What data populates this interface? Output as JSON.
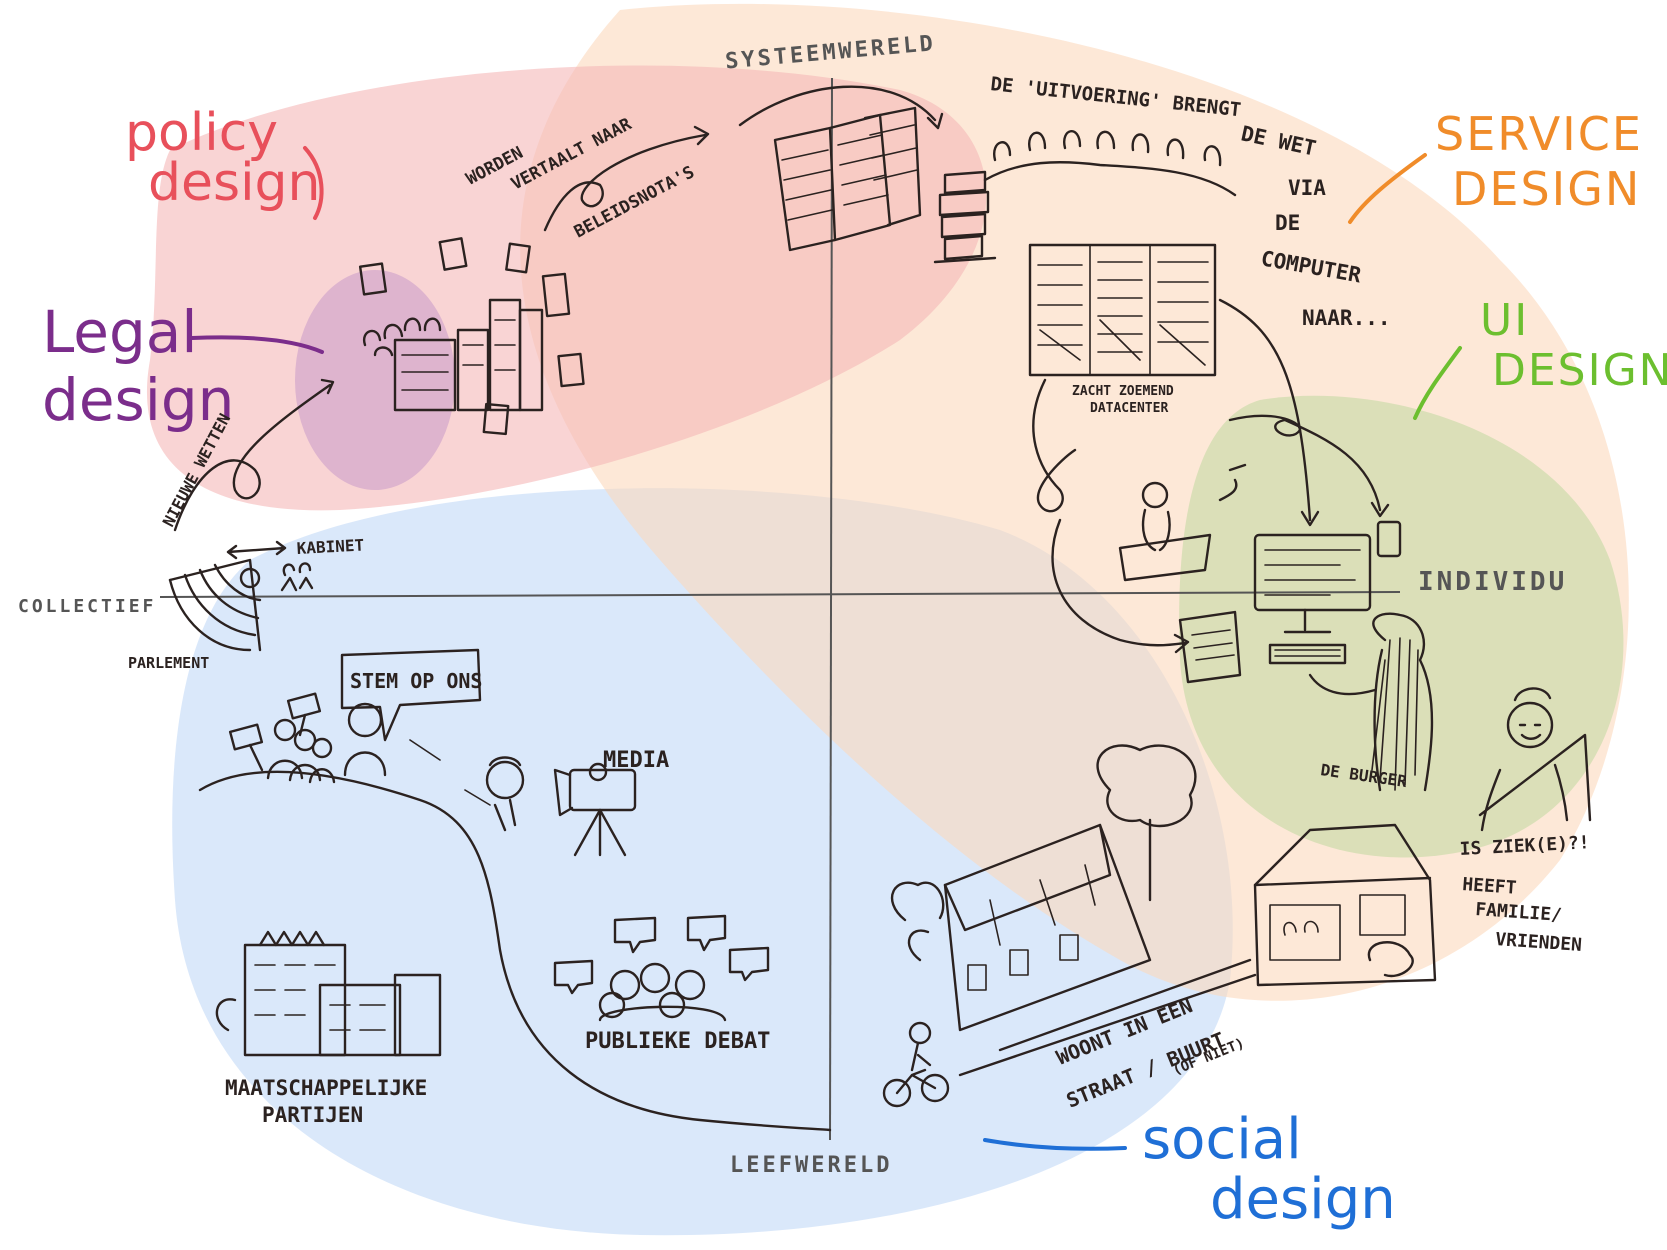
{
  "areas": [
    {
      "key": "policy",
      "line1": "policy",
      "line2": "design",
      "color": "#e8505b"
    },
    {
      "key": "legal",
      "line1": "Legal",
      "line2": "design",
      "color": "#7b2d8b"
    },
    {
      "key": "service",
      "line1": "SERVICE",
      "line2": "DESIGN",
      "color": "#f08c2a"
    },
    {
      "key": "ui",
      "line1": "UI",
      "line2": "DESIGN",
      "color": "#6cbf2f"
    },
    {
      "key": "social",
      "line1": "social",
      "line2": "design",
      "color": "#1f6fd6"
    }
  ],
  "axes": {
    "top": "SYSTEEMWERELD",
    "bottom": "LEEFWERELD",
    "left": "COLLECTIEF",
    "right": "INDIVIDU"
  },
  "labels": {
    "nieuwe_wetten": "NIEUWE WETTEN",
    "worden": "WORDEN",
    "vertaalt_naar": "VERTAALT NAAR",
    "beleidsnotas": "BELEIDSNOTA'S",
    "uitvoering": "DE 'UITVOERING' BRENGT",
    "de_wet": "DE WET",
    "via": "VIA",
    "de": "DE",
    "computer": "COMPUTER",
    "naar": "NAAR...",
    "datacenter_1": "ZACHT ZOEMEND",
    "datacenter_2": "DATACENTER",
    "kabinet": "KABINET",
    "parlement": "PARLEMENT",
    "stem": "STEM OP ONS",
    "media": "MEDIA",
    "debat": "PUBLIEKE DEBAT",
    "partijen_1": "MAATSCHAPPELIJKE",
    "partijen_2": "PARTIJEN",
    "burger": "DE BURGER",
    "ziek": "IS ZIEK(E)?!",
    "familie_1": "HEEFT",
    "familie_2": "FAMILIE/",
    "familie_3": "VRIENDEN",
    "woont_1": "WOONT IN EEN",
    "woont_2": "STRAAT / BUURT",
    "woont_3": "(OF NIET)"
  },
  "colors": {
    "blob_pink": "#f5b8b8",
    "blob_orange": "#fbd8bd",
    "blob_blue": "#bcd6f5",
    "blob_green": "#cfdcae",
    "blob_purple": "#c999c9",
    "ink": "#2b2220",
    "axis": "#555555"
  }
}
